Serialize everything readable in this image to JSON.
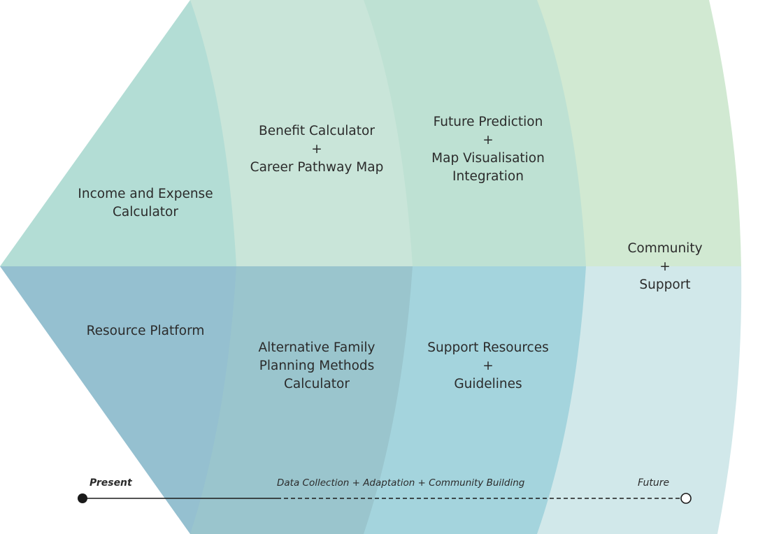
{
  "colors": {
    "teal_top": "#b3ddd5",
    "green_light": "#c9e5d9",
    "green_mid": "#bee1d3",
    "green_pale": "#d1e9d2",
    "blue_deep": "#95c0d0",
    "blue_mid": "#9ac5cd",
    "blue_bright": "#a4d4dd",
    "blue_pale": "#d1e8ea",
    "text": "#2b2b2b"
  },
  "stages": {
    "income": [
      "Income and Expense",
      "Calculator"
    ],
    "resource": [
      "Resource Platform"
    ],
    "benefit": [
      "Benefit Calculator",
      "+",
      "Career Pathway Map"
    ],
    "alternative": [
      "Alternative Family",
      "Planning Methods",
      "Calculator"
    ],
    "future_pred": [
      "Future Prediction",
      "+",
      "Map Visualisation",
      "Integration"
    ],
    "support": [
      "Support Resources",
      "+",
      "Guidelines"
    ],
    "community": [
      "Community",
      "+",
      "Support"
    ]
  },
  "timeline": {
    "start_label": "Present",
    "middle_label": "Data Collection + Adaptation + Community Building",
    "end_label": "Future",
    "start_marker_icon": "filled-circle-icon",
    "end_marker_icon": "hollow-circle-icon"
  }
}
